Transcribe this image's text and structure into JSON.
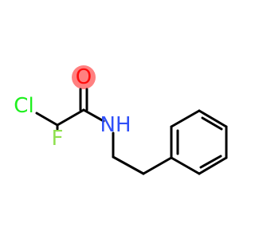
{
  "molecule": {
    "atoms": {
      "oxygen": {
        "label": "O",
        "color": "#ff0d0d",
        "highlight": "#ff8080"
      },
      "nitrogen": {
        "label": "NH",
        "color": "#3050f8"
      },
      "chlorine": {
        "label": "Cl",
        "color": "#1ff01f"
      },
      "fluorine": {
        "label": "F",
        "color": "#90e050"
      }
    }
  }
}
